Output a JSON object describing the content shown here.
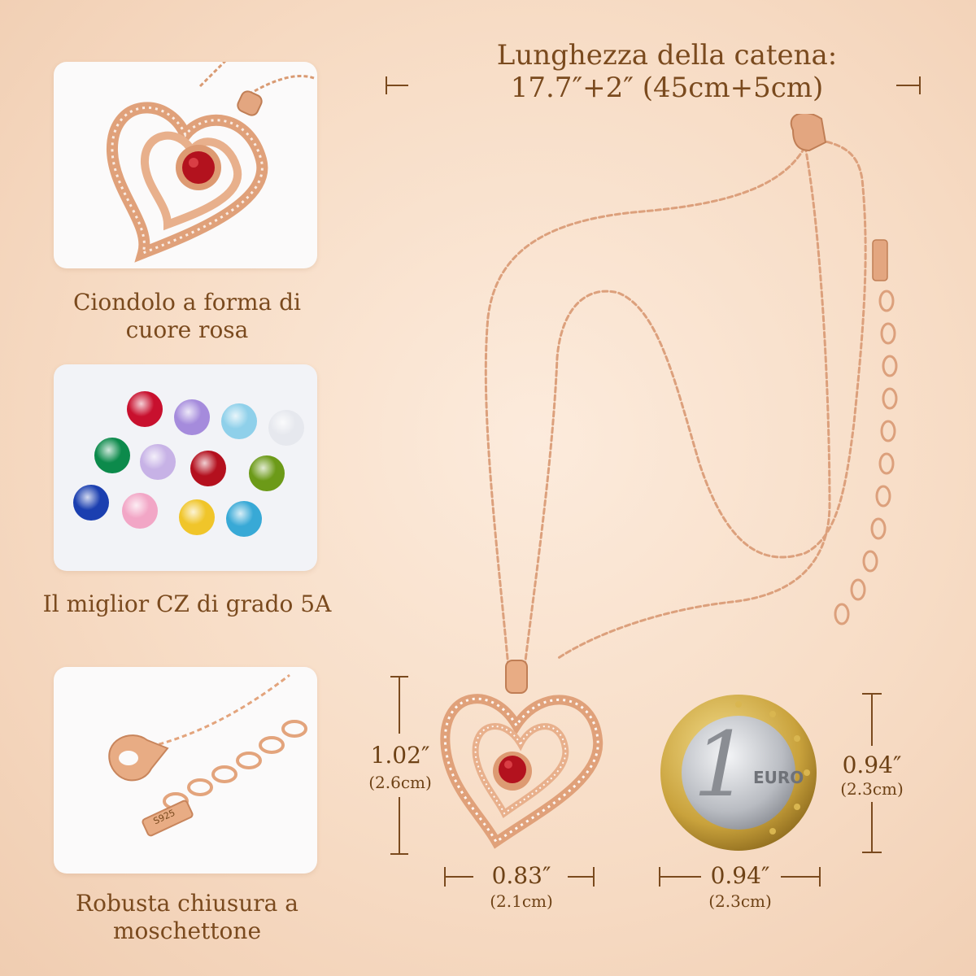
{
  "chain_length": {
    "title_line1": "Lunghezza della catena:",
    "title_line2": "17.7″+2″ (45cm+5cm)"
  },
  "features": [
    {
      "caption": "Ciondolo a forma di cuore rosa"
    },
    {
      "caption": "Il miglior CZ di grado 5A"
    },
    {
      "caption": "Robusta chiusura a moschettone"
    }
  ],
  "pendant_dimensions": {
    "height_in": "1.02″",
    "height_cm": "(2.6cm)",
    "width_in": "0.83″",
    "width_cm": "(2.1cm)"
  },
  "coin_dimensions": {
    "height_in": "0.94″",
    "height_cm": "(2.3cm)",
    "width_in": "0.94″",
    "width_cm": "(2.3cm)",
    "coin_text": "EURO",
    "coin_value": "1"
  },
  "stamp": "S925",
  "colors": {
    "text": "#7a4a1e",
    "rose_gold": "#e2a57e",
    "garnet": "#b3121e"
  }
}
